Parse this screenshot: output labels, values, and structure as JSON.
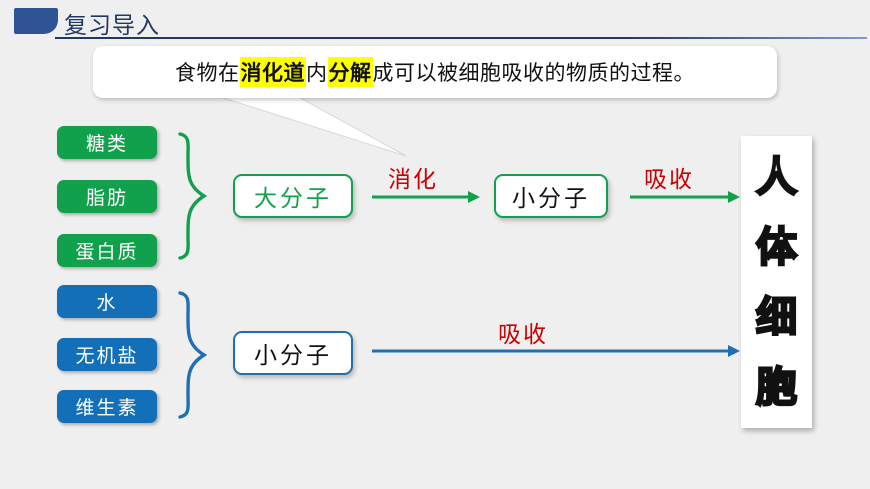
{
  "header": {
    "title": "复习导入",
    "badge_color": "#2e5496",
    "rule_color": "#1f3864"
  },
  "bubble": {
    "segments": [
      {
        "text": "食物在",
        "highlight": false
      },
      {
        "text": "消化道",
        "highlight": true
      },
      {
        "text": "内",
        "highlight": false
      },
      {
        "text": "分解",
        "highlight": true
      },
      {
        "text": "成可以被细胞吸收的物质的过程。",
        "highlight": false
      }
    ],
    "full_text": "食物在消化道内分解成可以被细胞吸收的物质的过程。",
    "highlight_color": "#ffff00"
  },
  "nutrients": {
    "macromolecules": {
      "color": "#11a04b",
      "items": [
        {
          "label": "糖类"
        },
        {
          "label": "脂肪"
        },
        {
          "label": "蛋白质"
        }
      ]
    },
    "micromolecules": {
      "color": "#1370b8",
      "items": [
        {
          "label": "水"
        },
        {
          "label": "无机盐"
        },
        {
          "label": "维生素"
        }
      ]
    }
  },
  "flow": {
    "top": {
      "source_box": "大分子",
      "arrow_label": "消化",
      "middle_box": "小分子",
      "arrow_label_2": "吸收",
      "arrow_color": "#11a04b",
      "label_color": "#cc0000"
    },
    "bottom": {
      "source_box": "小分子",
      "arrow_label": "吸收",
      "arrow_color": "#1f6fb2",
      "label_color": "#cc0000"
    }
  },
  "cell_panel": {
    "characters": [
      "人",
      "体",
      "细",
      "胞"
    ],
    "reading": "人体细胞"
  }
}
